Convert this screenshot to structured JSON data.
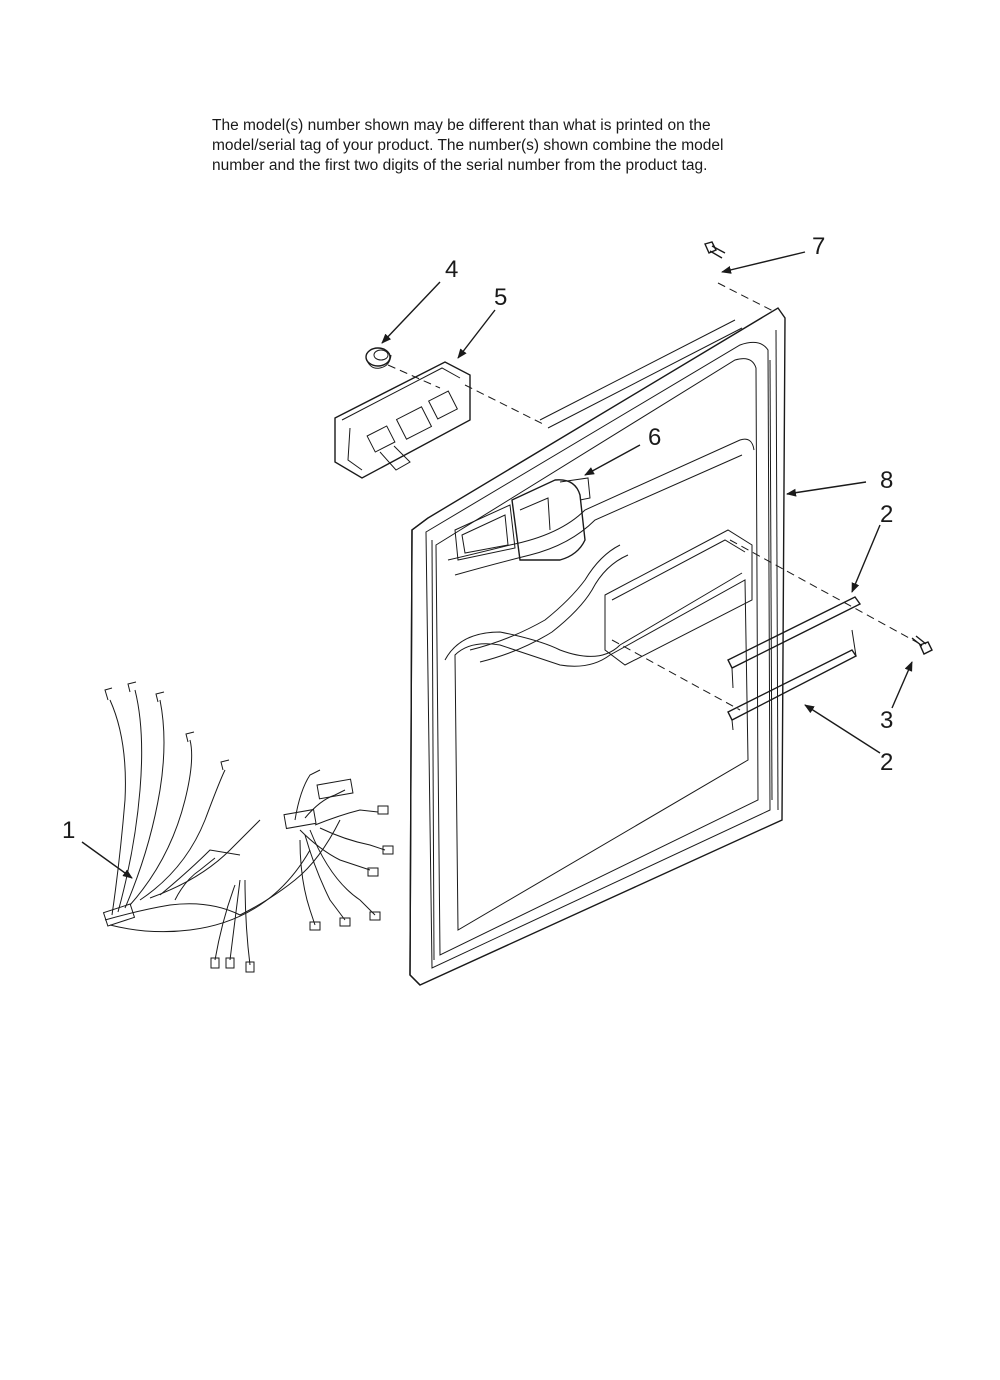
{
  "note": {
    "line1": "The model(s) number shown may be different than what is printed on the",
    "line2": "model/serial tag of your product. The number(s) shown combine the model",
    "line3": "number and the first two digits of the serial number from the product tag."
  },
  "callouts": {
    "c1": "1",
    "c2a": "2",
    "c2b": "2",
    "c3": "3",
    "c4": "4",
    "c5": "5",
    "c6": "6",
    "c7": "7",
    "c8": "8"
  }
}
